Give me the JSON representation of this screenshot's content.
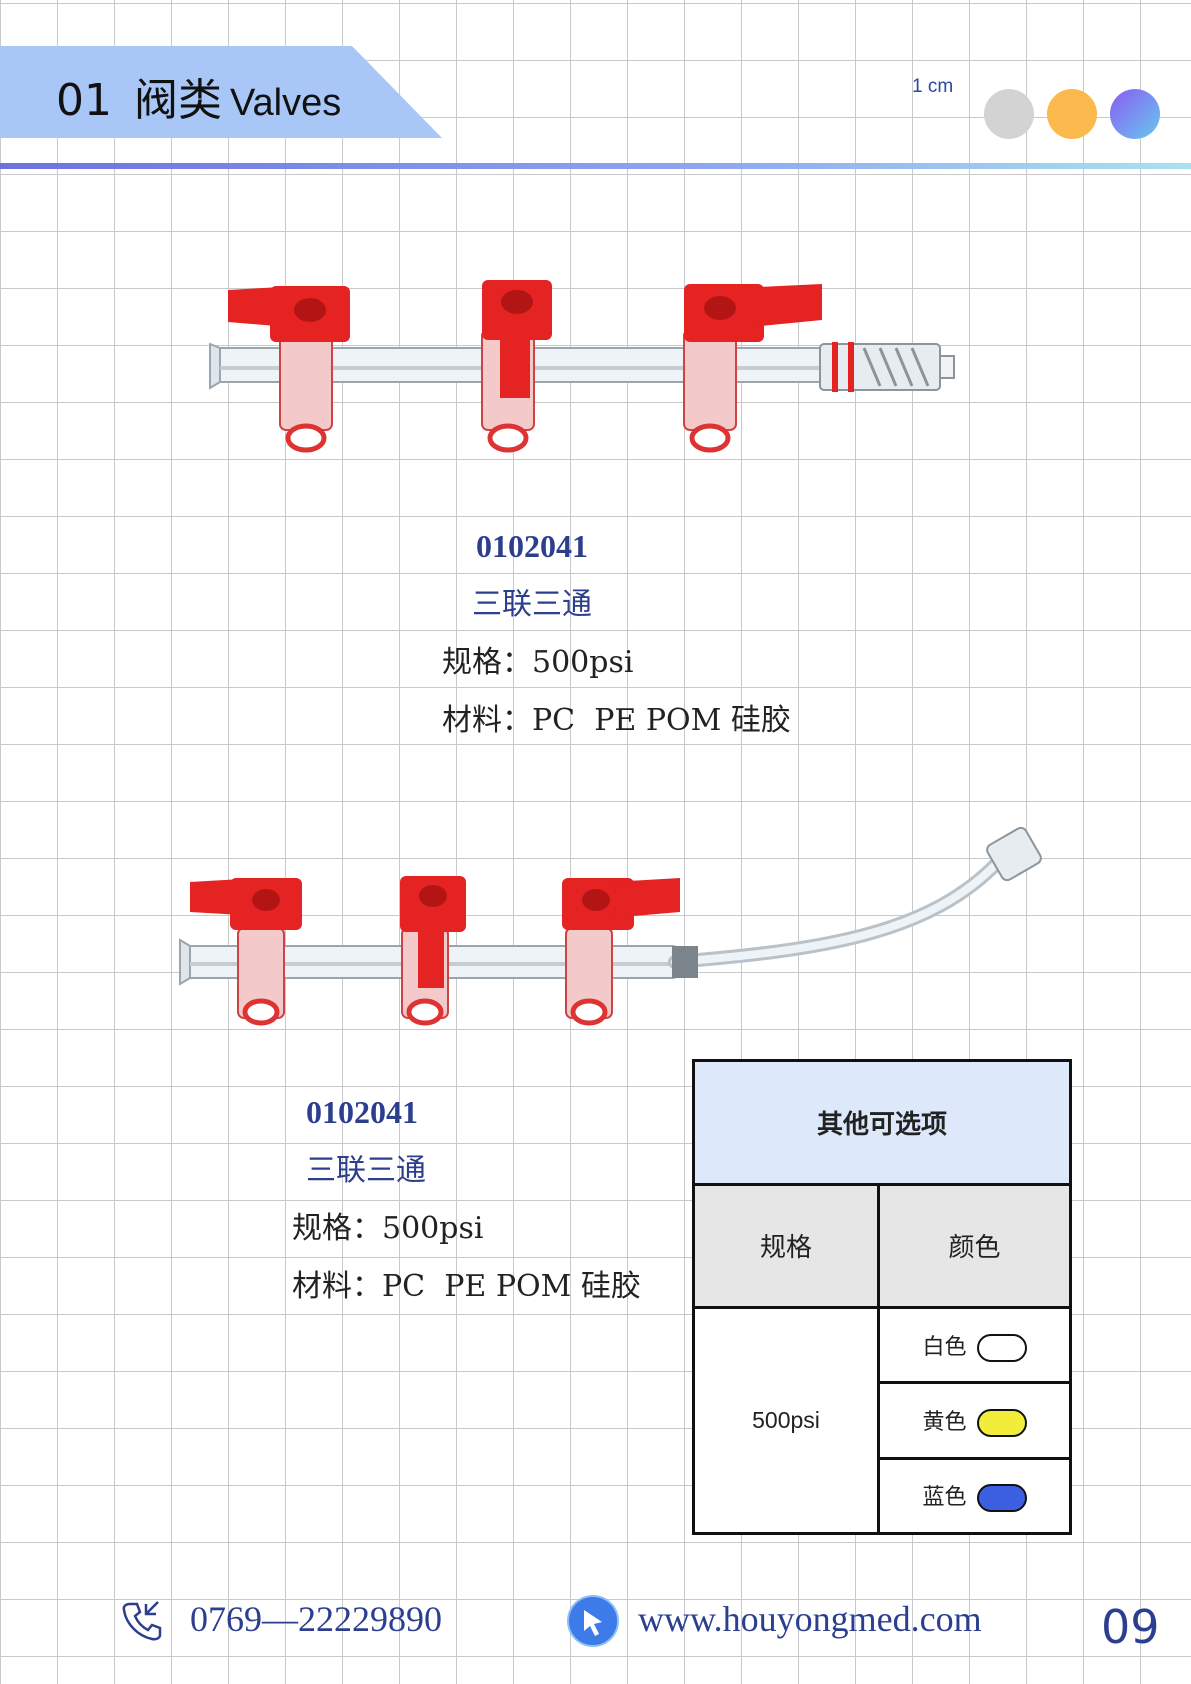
{
  "header": {
    "section_number": "01",
    "title_cn": "阀类",
    "title_en": "Valves"
  },
  "scale": {
    "label": "1 cm"
  },
  "color_dots": [
    {
      "name": "gray",
      "color": "#d3d3d3"
    },
    {
      "name": "orange",
      "color": "#fbb84d"
    },
    {
      "name": "purple",
      "color": "#8a5cf0"
    }
  ],
  "products": [
    {
      "code": "0102041",
      "name": "三联三通",
      "spec_label": "规格：",
      "spec_value": "500psi",
      "material_label": "材料：",
      "material_value": "PC  PE POM 硅胶"
    },
    {
      "code": "0102041",
      "name": "三联三通",
      "spec_label": "规格：",
      "spec_value": "500psi",
      "material_label": "材料：",
      "material_value": "PC  PE POM 硅胶"
    }
  ],
  "options_table": {
    "title": "其他可选项",
    "col_spec": "规格",
    "col_color": "颜色",
    "spec_value": "500psi",
    "colors": [
      {
        "label": "白色",
        "hex": "#ffffff"
      },
      {
        "label": "黄色",
        "hex": "#f2ec3a"
      },
      {
        "label": "蓝色",
        "hex": "#3b5fe0"
      }
    ]
  },
  "footer": {
    "phone": "0769—22229890",
    "website": "www.houyongmed.com",
    "page_number": "09"
  }
}
